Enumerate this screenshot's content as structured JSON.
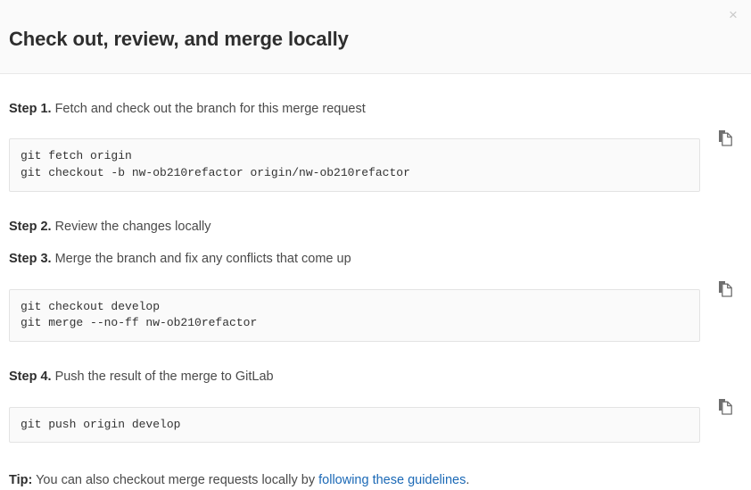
{
  "modal": {
    "title": "Check out, review, and merge locally",
    "close_label": "×",
    "close_icon": "close-icon"
  },
  "steps": [
    {
      "label": "Step 1.",
      "text": " Fetch and check out the branch for this merge request",
      "code": "git fetch origin\ngit checkout -b nw-ob210refactor origin/nw-ob210refactor",
      "copy_icon": "copy-icon"
    },
    {
      "label": "Step 2.",
      "text": " Review the changes locally",
      "code": null
    },
    {
      "label": "Step 3.",
      "text": " Merge the branch and fix any conflicts that come up",
      "code": "git checkout develop\ngit merge --no-ff nw-ob210refactor",
      "copy_icon": "copy-icon"
    },
    {
      "label": "Step 4.",
      "text": " Push the result of the merge to GitLab",
      "code": "git push origin develop",
      "copy_icon": "copy-icon"
    }
  ],
  "tip": {
    "label": "Tip:",
    "text_before": " You can also checkout merge requests locally by ",
    "link_text": "following these guidelines",
    "text_after": "."
  },
  "colors": {
    "link": "#1b69b6",
    "header_bg": "#fafafa",
    "code_bg": "#fafafa",
    "code_border": "#e3e3e3",
    "text": "#4a4a4a",
    "heading": "#2e2e2e"
  }
}
